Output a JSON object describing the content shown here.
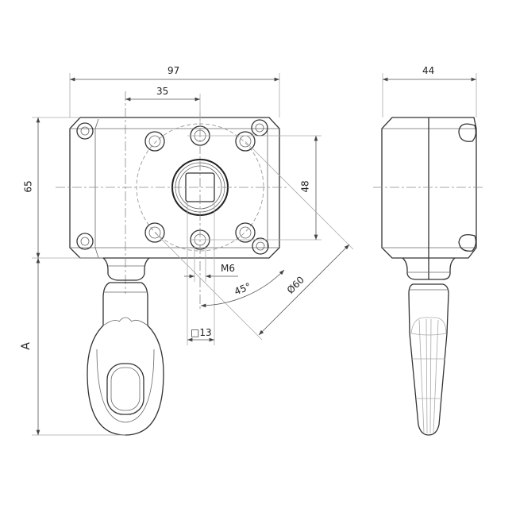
{
  "dimensions": {
    "width_front": "97",
    "bolt_offset": "35",
    "height": "65",
    "hole_spacing": "48",
    "thread": "M6",
    "angle": "45°",
    "pitch_diameter": "Ø60",
    "square_drive": "□13",
    "handle_length": "A",
    "depth_side": "44"
  }
}
